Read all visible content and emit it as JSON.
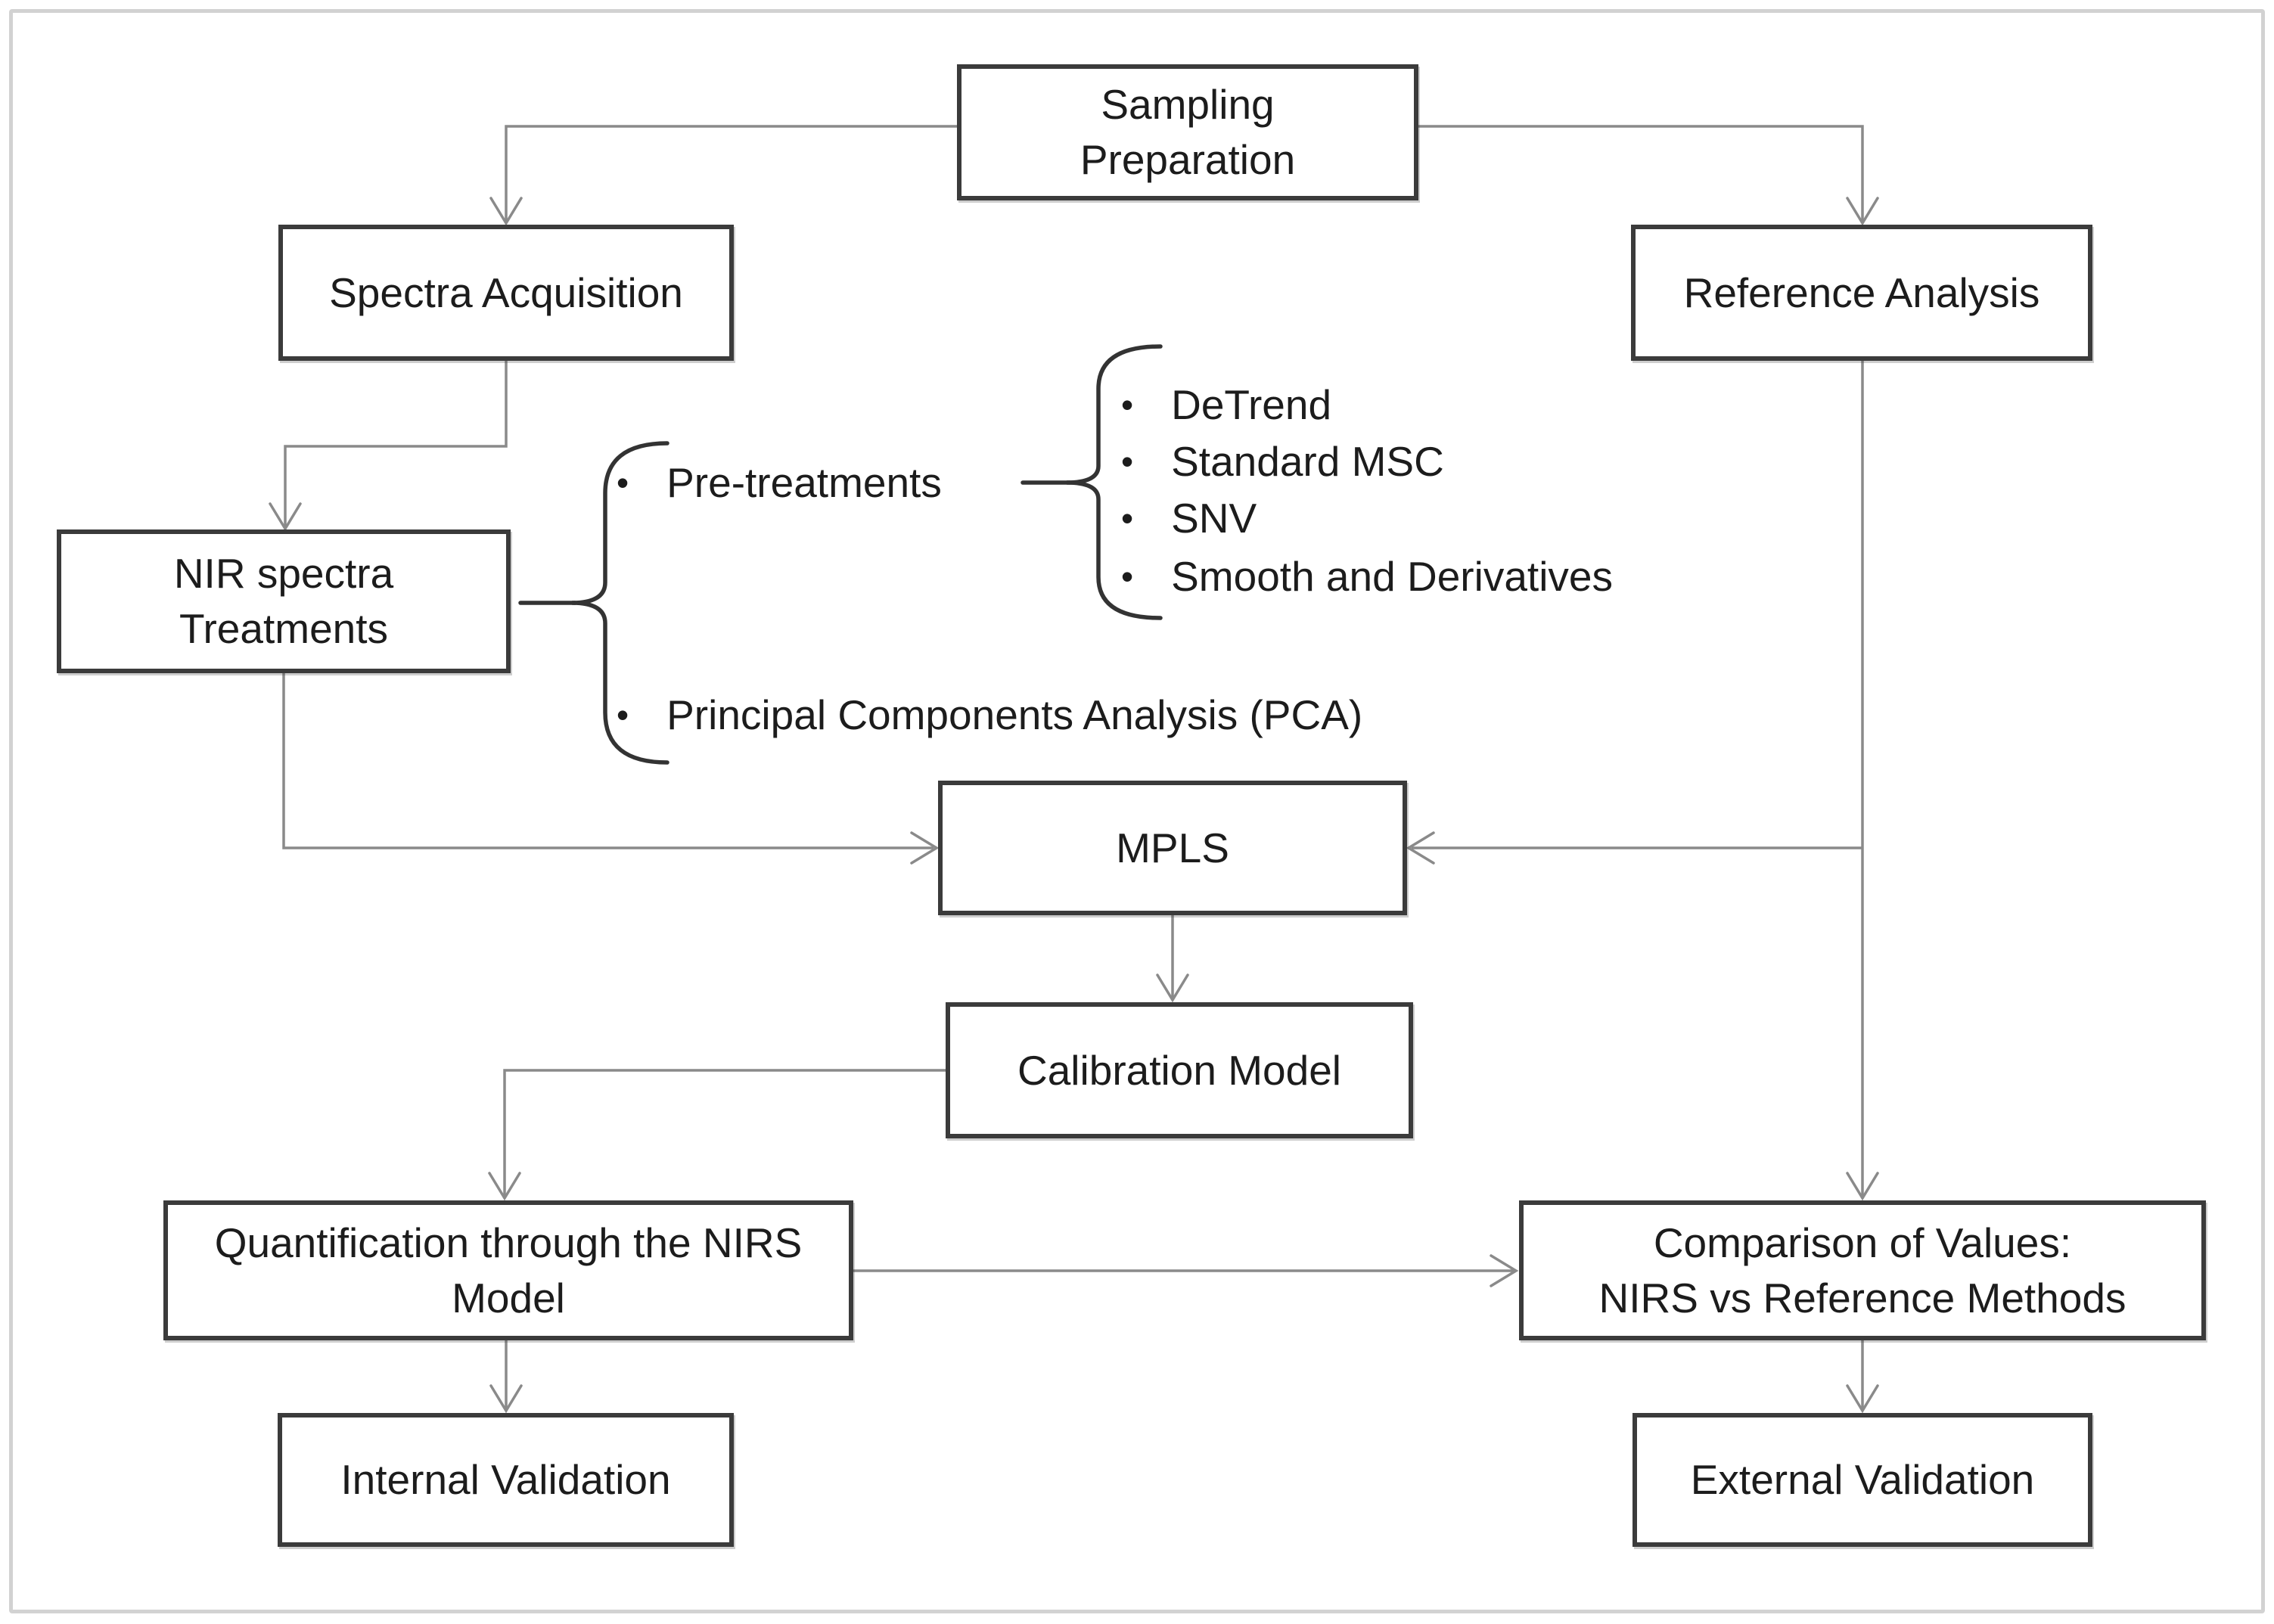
{
  "figure": {
    "type": "flowchart",
    "description": "NIRS calibration and validation workflow",
    "colors": {
      "background": "#ffffff",
      "frame_border": "#d2d2d2",
      "node_border": "#3b3b3b",
      "node_fill": "#ffffff",
      "connector": "#8a8a8a",
      "brace": "#333333",
      "text": "#1c1c1c"
    }
  },
  "nodes": {
    "sampling_preparation": {
      "label": "Sampling\nPreparation"
    },
    "spectra_acquisition": {
      "label": "Spectra Acquisition"
    },
    "reference_analysis": {
      "label": "Reference Analysis"
    },
    "nir_spectra_treatments": {
      "label": "NIR spectra\nTreatments"
    },
    "mpls": {
      "label": "MPLS"
    },
    "calibration_model": {
      "label": "Calibration Model"
    },
    "quantification_nirs_model": {
      "label": "Quantification through the NIRS\nModel"
    },
    "comparison_of_values": {
      "label": "Comparison of Values:\nNIRS vs Reference Methods"
    },
    "internal_validation": {
      "label": "Internal Validation"
    },
    "external_validation": {
      "label": "External Validation"
    }
  },
  "annotations": {
    "bullet_char": "•",
    "pretreatments_label": "Pre-treatments",
    "pretreatment_items": [
      "DeTrend",
      "Standard MSC",
      "SNV",
      "Smooth and Derivatives"
    ],
    "pca_label": "Principal Components Analysis (PCA)"
  },
  "edges": [
    {
      "from": "Sampling Preparation",
      "to": "Spectra Acquisition"
    },
    {
      "from": "Sampling Preparation",
      "to": "Reference Analysis"
    },
    {
      "from": "Spectra Acquisition",
      "to": "NIR spectra Treatments"
    },
    {
      "from": "NIR spectra Treatments",
      "to": "MPLS"
    },
    {
      "from": "Reference Analysis",
      "to": "MPLS"
    },
    {
      "from": "MPLS",
      "to": "Calibration Model"
    },
    {
      "from": "Calibration Model",
      "to": "Quantification through the NIRS Model"
    },
    {
      "from": "Quantification through the NIRS Model",
      "to": "Internal Validation"
    },
    {
      "from": "Quantification through the NIRS Model",
      "to": "Comparison of Values: NIRS vs Reference Methods"
    },
    {
      "from": "Reference Analysis",
      "to": "Comparison of Values: NIRS vs Reference Methods"
    },
    {
      "from": "Comparison of Values: NIRS vs Reference Methods",
      "to": "External Validation"
    },
    {
      "from": "NIR spectra Treatments",
      "to": "Pre-treatments / Principal Components Analysis (PCA)",
      "via": "brace"
    },
    {
      "from": "Pre-treatments",
      "to": "DeTrend / Standard MSC / SNV / Smooth and Derivatives",
      "via": "brace"
    }
  ]
}
